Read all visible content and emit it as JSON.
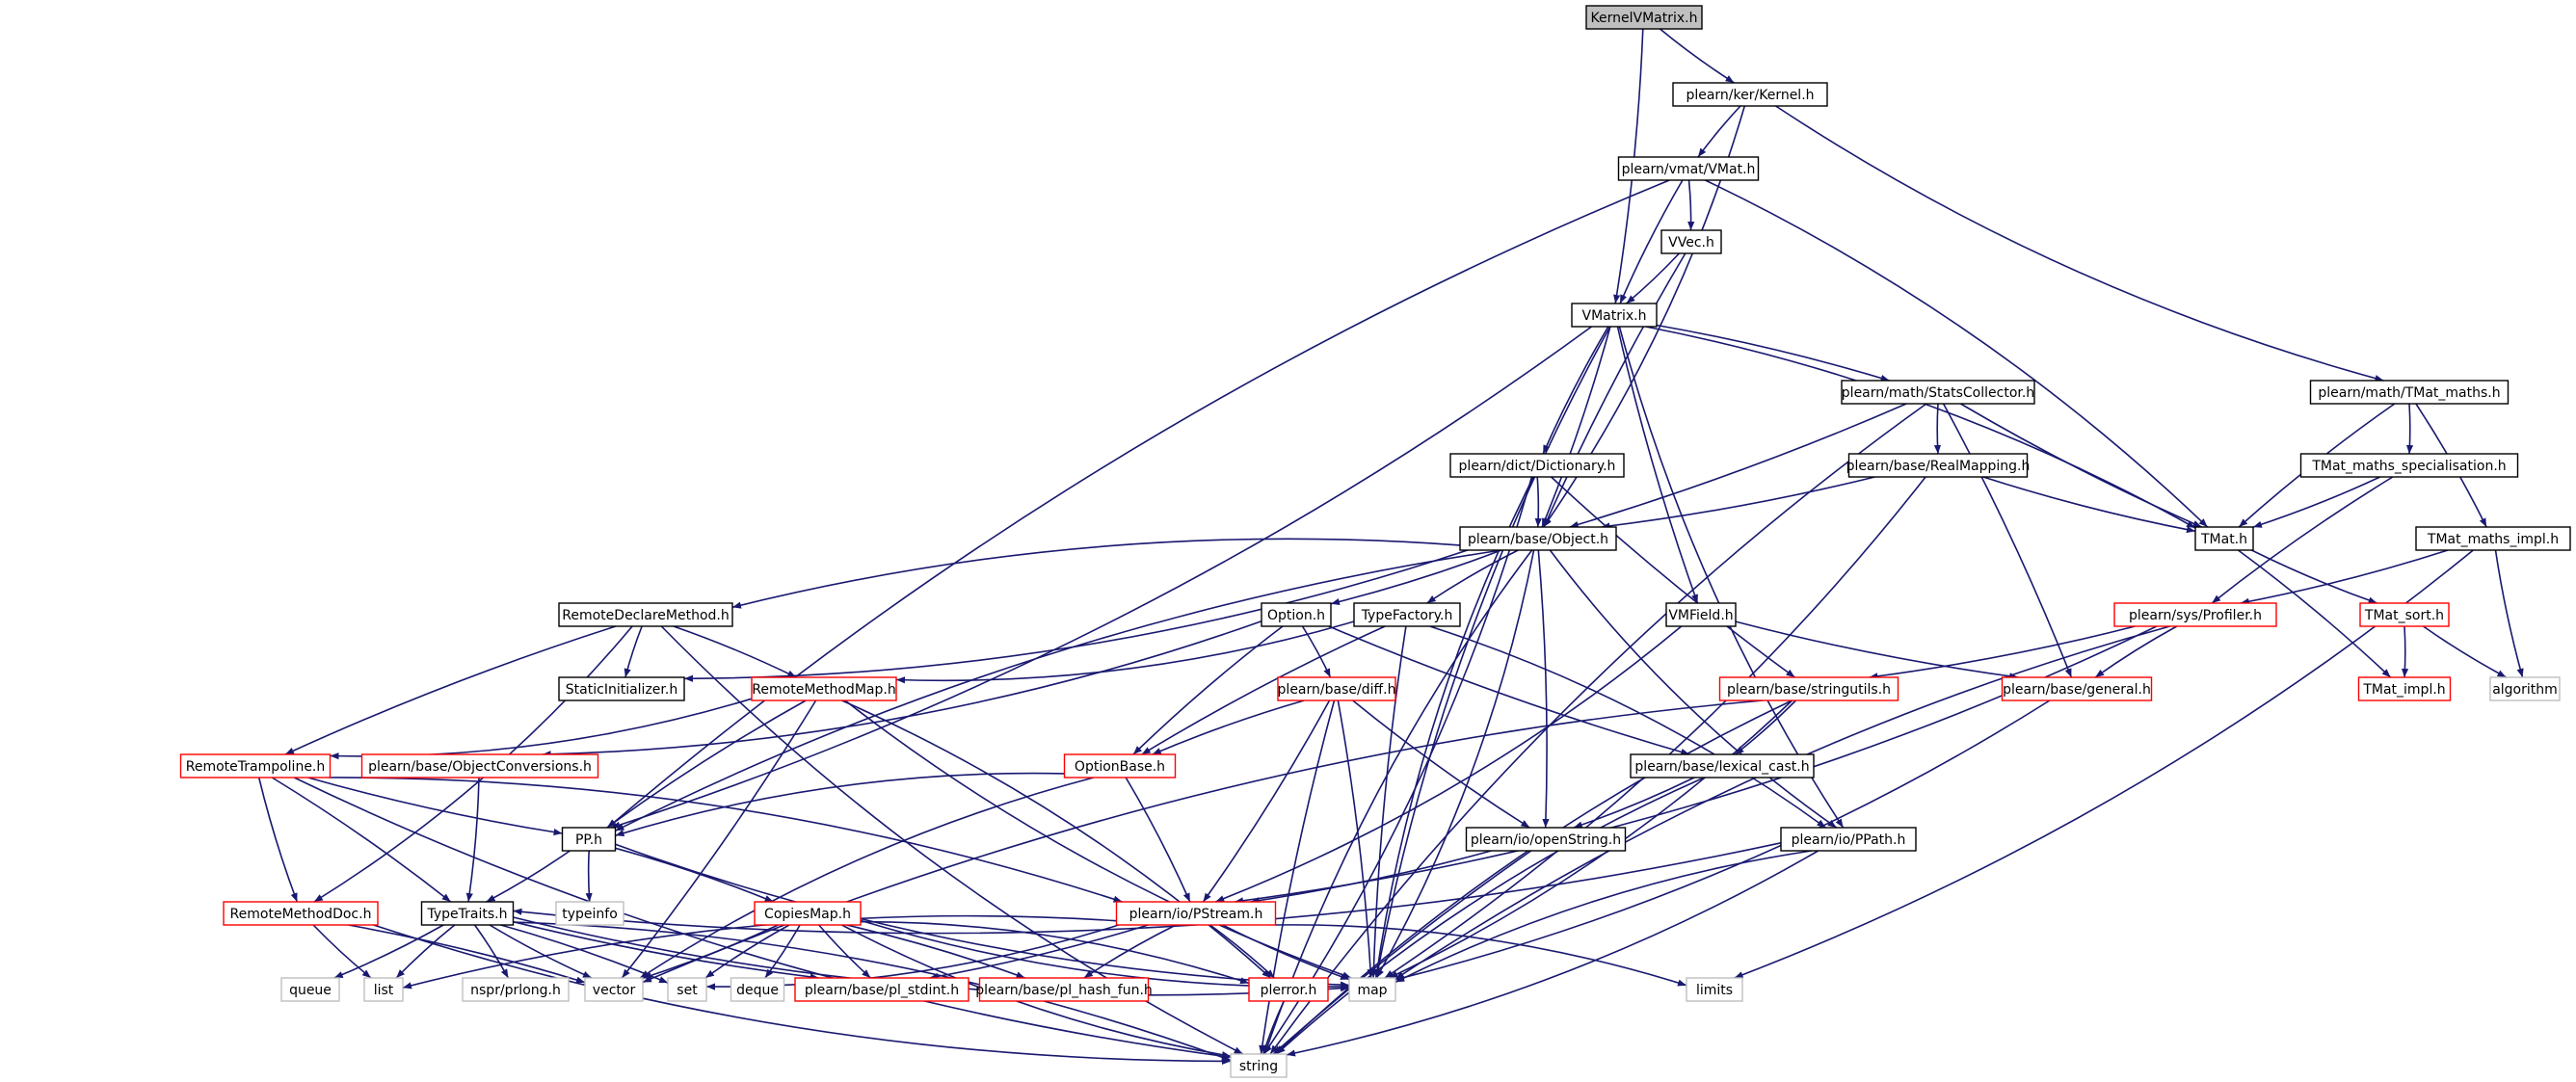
{
  "nodes": {
    "kernelvmatrix": {
      "label": "KernelVMatrix.h",
      "style": "root"
    },
    "kernel": {
      "label": "plearn/ker/Kernel.h",
      "style": "normal"
    },
    "vmat": {
      "label": "plearn/vmat/VMat.h",
      "style": "normal"
    },
    "vvec": {
      "label": "VVec.h",
      "style": "normal"
    },
    "vmatrix": {
      "label": "VMatrix.h",
      "style": "normal"
    },
    "tmat_maths": {
      "label": "plearn/math/TMat_maths.h",
      "style": "normal"
    },
    "statscollector": {
      "label": "plearn/math/StatsCollector.h",
      "style": "normal"
    },
    "tmat_maths_spec": {
      "label": "TMat_maths_specialisation.h",
      "style": "normal"
    },
    "dictionary": {
      "label": "plearn/dict/Dictionary.h",
      "style": "normal"
    },
    "realmapping": {
      "label": "plearn/base/RealMapping.h",
      "style": "normal"
    },
    "tmat": {
      "label": "TMat.h",
      "style": "normal"
    },
    "object": {
      "label": "plearn/base/Object.h",
      "style": "normal"
    },
    "tmat_maths_impl": {
      "label": "TMat_maths_impl.h",
      "style": "normal"
    },
    "remotedeclaremethod": {
      "label": "RemoteDeclareMethod.h",
      "style": "normal"
    },
    "option": {
      "label": "Option.h",
      "style": "normal"
    },
    "typefactory": {
      "label": "TypeFactory.h",
      "style": "normal"
    },
    "vmfield": {
      "label": "VMField.h",
      "style": "normal"
    },
    "profiler": {
      "label": "plearn/sys/Profiler.h",
      "style": "red"
    },
    "tmat_sort": {
      "label": "TMat_sort.h",
      "style": "red"
    },
    "staticinitializer": {
      "label": "StaticInitializer.h",
      "style": "normal"
    },
    "remotemethodmap": {
      "label": "RemoteMethodMap.h",
      "style": "red"
    },
    "diff": {
      "label": "plearn/base/diff.h",
      "style": "red"
    },
    "stringutils": {
      "label": "plearn/base/stringutils.h",
      "style": "red"
    },
    "general": {
      "label": "plearn/base/general.h",
      "style": "red"
    },
    "tmat_impl": {
      "label": "TMat_impl.h",
      "style": "red"
    },
    "algorithm": {
      "label": "algorithm",
      "style": "gray"
    },
    "remotetrampoline": {
      "label": "RemoteTrampoline.h",
      "style": "red"
    },
    "objectconversions": {
      "label": "plearn/base/ObjectConversions.h",
      "style": "red"
    },
    "optionbase": {
      "label": "OptionBase.h",
      "style": "red"
    },
    "lexical_cast": {
      "label": "plearn/base/lexical_cast.h",
      "style": "normal"
    },
    "pp": {
      "label": "PP.h",
      "style": "normal"
    },
    "openstring": {
      "label": "plearn/io/openString.h",
      "style": "normal"
    },
    "ppath": {
      "label": "plearn/io/PPath.h",
      "style": "normal"
    },
    "remotemethoddoc": {
      "label": "RemoteMethodDoc.h",
      "style": "red"
    },
    "typetraits": {
      "label": "TypeTraits.h",
      "style": "normal"
    },
    "typeinfo": {
      "label": "typeinfo",
      "style": "gray"
    },
    "copiesmap": {
      "label": "CopiesMap.h",
      "style": "red"
    },
    "pstream": {
      "label": "plearn/io/PStream.h",
      "style": "red"
    },
    "queue": {
      "label": "queue",
      "style": "gray"
    },
    "list": {
      "label": "list",
      "style": "gray"
    },
    "nsprlong": {
      "label": "nspr/prlong.h",
      "style": "gray"
    },
    "vector": {
      "label": "vector",
      "style": "gray"
    },
    "set": {
      "label": "set",
      "style": "gray"
    },
    "deque": {
      "label": "deque",
      "style": "gray"
    },
    "pl_stdint": {
      "label": "plearn/base/pl_stdint.h",
      "style": "red"
    },
    "pl_hash_fun": {
      "label": "plearn/base/pl_hash_fun.h",
      "style": "red"
    },
    "plerror": {
      "label": "plerror.h",
      "style": "red"
    },
    "map": {
      "label": "map",
      "style": "gray"
    },
    "limits": {
      "label": "limits",
      "style": "gray"
    },
    "string": {
      "label": "string",
      "style": "gray"
    }
  },
  "edges": [
    [
      "kernelvmatrix",
      "kernel"
    ],
    [
      "kernelvmatrix",
      "vmatrix"
    ],
    [
      "kernel",
      "vmat"
    ],
    [
      "kernel",
      "object"
    ],
    [
      "kernel",
      "tmat_maths"
    ],
    [
      "vmat",
      "vvec"
    ],
    [
      "vmat",
      "vmatrix"
    ],
    [
      "vmat",
      "tmat"
    ],
    [
      "vmat",
      "pp"
    ],
    [
      "vvec",
      "vmatrix"
    ],
    [
      "vvec",
      "object"
    ],
    [
      "vmatrix",
      "statscollector"
    ],
    [
      "vmatrix",
      "dictionary"
    ],
    [
      "vmatrix",
      "object"
    ],
    [
      "vmatrix",
      "vmfield"
    ],
    [
      "vmatrix",
      "tmat"
    ],
    [
      "vmatrix",
      "ppath"
    ],
    [
      "vmatrix",
      "pp"
    ],
    [
      "vmatrix",
      "map"
    ],
    [
      "tmat_maths",
      "tmat_maths_spec"
    ],
    [
      "tmat_maths",
      "tmat"
    ],
    [
      "tmat_maths",
      "tmat_maths_impl"
    ],
    [
      "statscollector",
      "realmapping"
    ],
    [
      "statscollector",
      "object"
    ],
    [
      "statscollector",
      "tmat"
    ],
    [
      "statscollector",
      "general"
    ],
    [
      "statscollector",
      "string"
    ],
    [
      "tmat_maths_spec",
      "tmat"
    ],
    [
      "tmat_maths_spec",
      "profiler"
    ],
    [
      "dictionary",
      "object"
    ],
    [
      "dictionary",
      "stringutils"
    ],
    [
      "dictionary",
      "string"
    ],
    [
      "dictionary",
      "map"
    ],
    [
      "realmapping",
      "object"
    ],
    [
      "realmapping",
      "tmat"
    ],
    [
      "realmapping",
      "map"
    ],
    [
      "tmat",
      "tmat_sort"
    ],
    [
      "tmat",
      "tmat_impl"
    ],
    [
      "object",
      "remotedeclaremethod"
    ],
    [
      "object",
      "option"
    ],
    [
      "object",
      "typefactory"
    ],
    [
      "object",
      "staticinitializer"
    ],
    [
      "object",
      "pp"
    ],
    [
      "object",
      "openstring"
    ],
    [
      "object",
      "ppath"
    ],
    [
      "object",
      "map"
    ],
    [
      "object",
      "string"
    ],
    [
      "tmat_maths_impl",
      "profiler"
    ],
    [
      "tmat_maths_impl",
      "algorithm"
    ],
    [
      "tmat_maths_impl",
      "limits"
    ],
    [
      "remotedeclaremethod",
      "staticinitializer"
    ],
    [
      "remotedeclaremethod",
      "remotemethodmap"
    ],
    [
      "remotedeclaremethod",
      "remotetrampoline"
    ],
    [
      "remotedeclaremethod",
      "remotemethoddoc"
    ],
    [
      "remotedeclaremethod",
      "string"
    ],
    [
      "option",
      "diff"
    ],
    [
      "option",
      "optionbase"
    ],
    [
      "option",
      "objectconversions"
    ],
    [
      "option",
      "lexical_cast"
    ],
    [
      "typefactory",
      "remotemethodmap"
    ],
    [
      "typefactory",
      "optionbase"
    ],
    [
      "typefactory",
      "ppath"
    ],
    [
      "typefactory",
      "map"
    ],
    [
      "vmfield",
      "pstream"
    ],
    [
      "vmfield",
      "general"
    ],
    [
      "profiler",
      "stringutils"
    ],
    [
      "profiler",
      "general"
    ],
    [
      "profiler",
      "pstream"
    ],
    [
      "profiler",
      "map"
    ],
    [
      "tmat_sort",
      "tmat_impl"
    ],
    [
      "tmat_sort",
      "algorithm"
    ],
    [
      "remotemethodmap",
      "remotetrampoline"
    ],
    [
      "remotemethodmap",
      "pp"
    ],
    [
      "remotemethodmap",
      "vector"
    ],
    [
      "remotemethodmap",
      "map"
    ],
    [
      "remotemethodmap",
      "plerror"
    ],
    [
      "diff",
      "optionbase"
    ],
    [
      "diff",
      "pstream"
    ],
    [
      "diff",
      "openstring"
    ],
    [
      "diff",
      "map"
    ],
    [
      "diff",
      "string"
    ],
    [
      "stringutils",
      "lexical_cast"
    ],
    [
      "stringutils",
      "vector"
    ],
    [
      "stringutils",
      "map"
    ],
    [
      "stringutils",
      "string"
    ],
    [
      "general",
      "map"
    ],
    [
      "remotetrampoline",
      "pp"
    ],
    [
      "remotetrampoline",
      "typetraits"
    ],
    [
      "remotetrampoline",
      "remotemethoddoc"
    ],
    [
      "remotetrampoline",
      "pstream"
    ],
    [
      "remotetrampoline",
      "string"
    ],
    [
      "objectconversions",
      "typetraits"
    ],
    [
      "optionbase",
      "pp"
    ],
    [
      "optionbase",
      "pstream"
    ],
    [
      "optionbase",
      "vector"
    ],
    [
      "lexical_cast",
      "openstring"
    ],
    [
      "lexical_cast",
      "string"
    ],
    [
      "pp",
      "typetraits"
    ],
    [
      "pp",
      "typeinfo"
    ],
    [
      "pp",
      "copiesmap"
    ],
    [
      "pp",
      "map"
    ],
    [
      "openstring",
      "pstream"
    ],
    [
      "openstring",
      "string"
    ],
    [
      "ppath",
      "typetraits"
    ],
    [
      "ppath",
      "map"
    ],
    [
      "ppath",
      "string"
    ],
    [
      "remotemethoddoc",
      "list"
    ],
    [
      "remotemethoddoc",
      "vector"
    ],
    [
      "remotemethoddoc",
      "string"
    ],
    [
      "typetraits",
      "queue"
    ],
    [
      "typetraits",
      "list"
    ],
    [
      "typetraits",
      "nsprlong"
    ],
    [
      "typetraits",
      "vector"
    ],
    [
      "typetraits",
      "set"
    ],
    [
      "typetraits",
      "map"
    ],
    [
      "typetraits",
      "string"
    ],
    [
      "typetraits",
      "pl_stdint"
    ],
    [
      "copiesmap",
      "vector"
    ],
    [
      "copiesmap",
      "set"
    ],
    [
      "copiesmap",
      "deque"
    ],
    [
      "copiesmap",
      "pl_stdint"
    ],
    [
      "copiesmap",
      "pl_hash_fun"
    ],
    [
      "copiesmap",
      "map"
    ],
    [
      "copiesmap",
      "plerror"
    ],
    [
      "copiesmap",
      "string"
    ],
    [
      "pstream",
      "pl_stdint"
    ],
    [
      "pstream",
      "pl_hash_fun"
    ],
    [
      "pstream",
      "plerror"
    ],
    [
      "pstream",
      "map"
    ],
    [
      "pstream",
      "set"
    ],
    [
      "pstream",
      "list"
    ],
    [
      "pstream",
      "limits"
    ],
    [
      "plerror",
      "string"
    ]
  ],
  "colors": {
    "edge": "#191970",
    "root_fill": "#bfbfbf",
    "normal_border": "#000000",
    "red_border": "#ff0000",
    "gray_border": "#bfbfbf",
    "background": "#ffffff"
  }
}
